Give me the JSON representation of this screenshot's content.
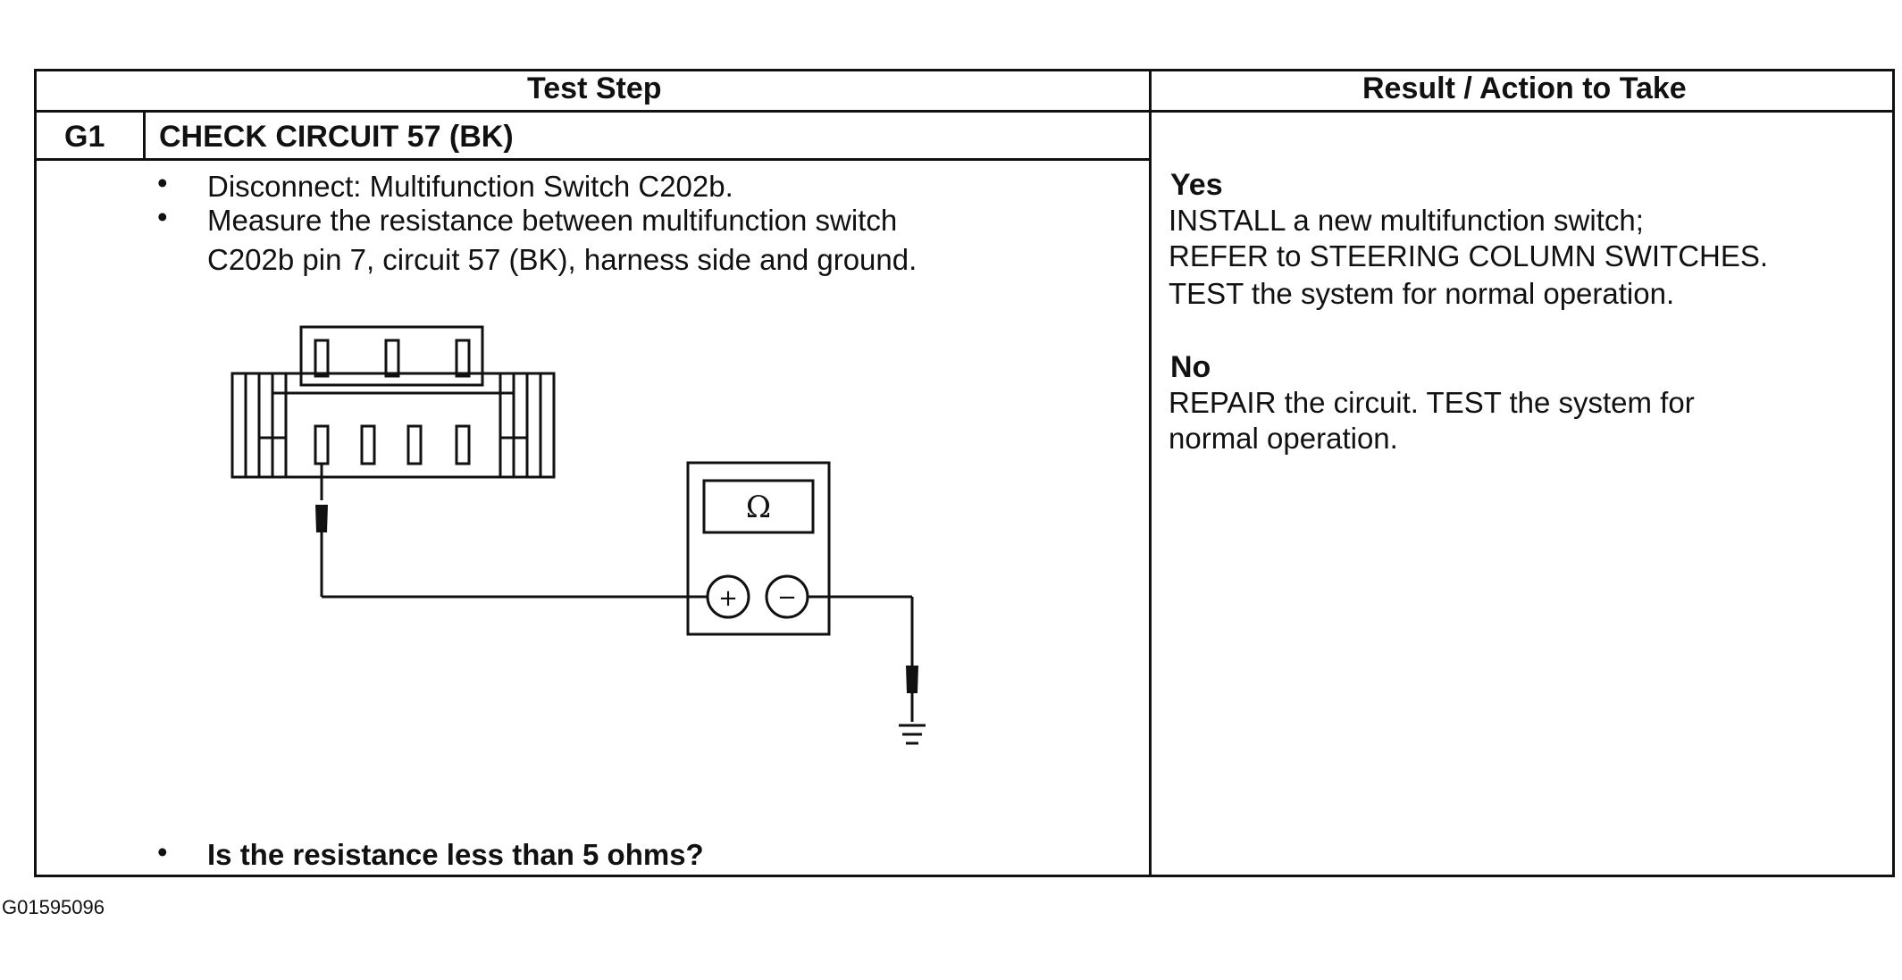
{
  "table": {
    "header_test_step": "Test Step",
    "header_result": "Result / Action to Take",
    "step_id": "G1",
    "step_title": "CHECK CIRCUIT 57 (BK)",
    "instructions": [
      "Disconnect: Multifunction Switch C202b.",
      "Measure the resistance between multifunction switch",
      "C202b pin 7, circuit 57 (BK), harness side and ground."
    ],
    "question": "Is the resistance less than 5 ohms?",
    "results": {
      "yes_label": "Yes",
      "yes_lines": [
        "INSTALL a new multifunction switch;",
        "REFER to STEERING COLUMN SWITCHES.",
        "TEST the system for normal operation."
      ],
      "no_label": "No",
      "no_lines": [
        "REPAIR the circuit. TEST the system for",
        "normal operation."
      ]
    }
  },
  "diagram": {
    "meter_symbol": "Ω",
    "plus_symbol": "+",
    "minus_symbol": "−"
  },
  "figure_id": "G01595096"
}
